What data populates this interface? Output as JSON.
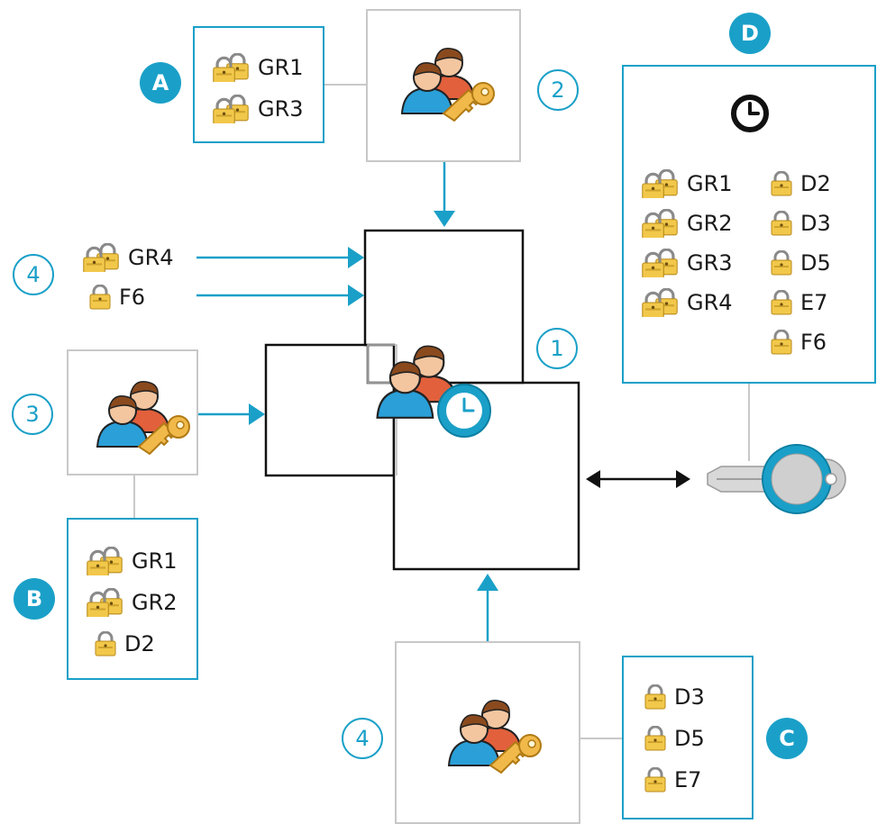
{
  "badges": {
    "A": "A",
    "B": "B",
    "C": "C",
    "D": "D",
    "n1": "1",
    "n2": "2",
    "n3": "3",
    "n4_left": "4",
    "n4_bottom": "4"
  },
  "box_a": {
    "items": [
      {
        "label": "GR1",
        "icon": "group-lock-icon"
      },
      {
        "label": "GR3",
        "icon": "group-lock-icon"
      }
    ]
  },
  "box_b": {
    "items": [
      {
        "label": "GR1",
        "icon": "group-lock-icon"
      },
      {
        "label": "GR2",
        "icon": "group-lock-icon"
      },
      {
        "label": "D2",
        "icon": "lock-icon"
      }
    ]
  },
  "box_c": {
    "items": [
      {
        "label": "D3",
        "icon": "lock-icon"
      },
      {
        "label": "D5",
        "icon": "lock-icon"
      },
      {
        "label": "E7",
        "icon": "lock-icon"
      }
    ]
  },
  "box_d": {
    "icon": "clock-icon",
    "col1": [
      {
        "label": "GR1",
        "icon": "group-lock-icon"
      },
      {
        "label": "GR2",
        "icon": "group-lock-icon"
      },
      {
        "label": "GR3",
        "icon": "group-lock-icon"
      },
      {
        "label": "GR4",
        "icon": "group-lock-icon"
      }
    ],
    "col2": [
      {
        "label": "D2",
        "icon": "lock-icon"
      },
      {
        "label": "D3",
        "icon": "lock-icon"
      },
      {
        "label": "D5",
        "icon": "lock-icon"
      },
      {
        "label": "E7",
        "icon": "lock-icon"
      },
      {
        "label": "F6",
        "icon": "lock-icon"
      }
    ]
  },
  "direct_items": [
    {
      "label": "GR4",
      "icon": "group-lock-icon"
    },
    {
      "label": "F6",
      "icon": "lock-icon"
    }
  ],
  "colors": {
    "accent": "#1aa0c8",
    "box_border": "#c8c8c8",
    "lock_body": "#f2c84b",
    "person_blue": "#2a9fd8",
    "person_red": "#e2603c",
    "key_gold": "#f0b94a"
  },
  "icons": {
    "user_group_key": "user-group-key-icon",
    "time_profile": "time-profile-icon",
    "transponder_key": "transponder-key-icon"
  }
}
